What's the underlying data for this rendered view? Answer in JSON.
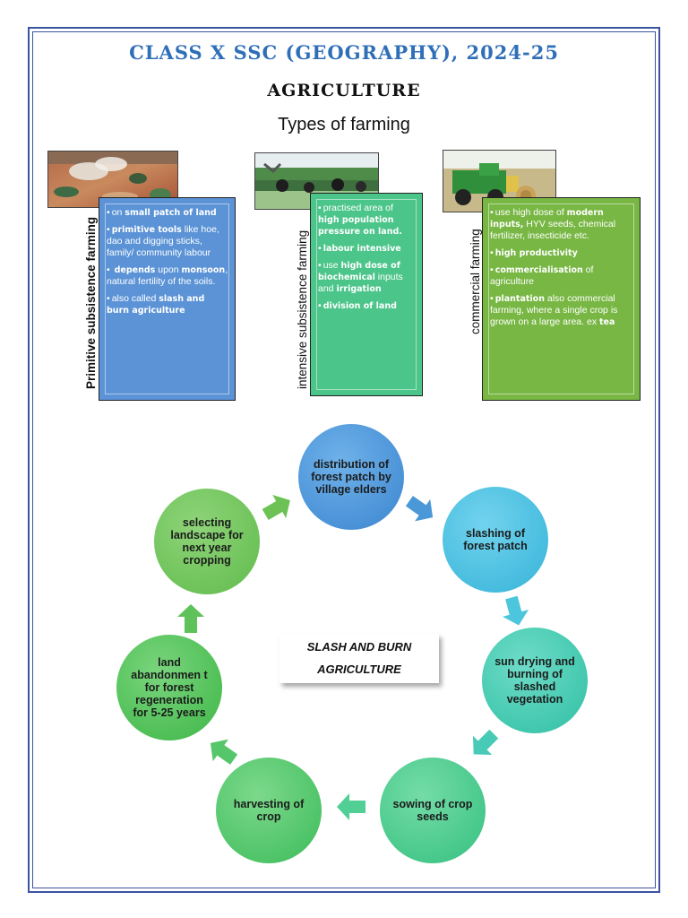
{
  "header": {
    "title": "CLASS X SSC (GEOGRAPHY), 2024-25",
    "subtitle": "AGRICULTURE",
    "heading": "Types of farming"
  },
  "farming_types": [
    {
      "label": "Primitive subsistence farming",
      "color": "#5b93d6",
      "points": [
        {
          "pre": "on ",
          "bold": "small patch of land",
          "post": ""
        },
        {
          "pre": "",
          "bold": "primitive tools",
          "post": " like hoe, dao and digging sticks, family/ community labour"
        },
        {
          "pre": " ",
          "bold": "depends",
          "post": " upon "
        },
        {
          "pre": "also called ",
          "bold": "slash and burn agriculture",
          "post": ""
        }
      ],
      "extra_bold": "monsoon",
      "extra_post": ", natural fertility of the soils."
    },
    {
      "label": "intensive subsistence farming",
      "color": "#4cc58a",
      "points": [
        {
          "pre": "practised area of ",
          "bold": "high population pressure on land.",
          "post": ""
        },
        {
          "pre": "",
          "bold": "labour intensive",
          "post": ""
        },
        {
          "pre": "use ",
          "bold": "high dose of biochemical",
          "post": " inputs and "
        },
        {
          "pre": "",
          "bold": "division of land",
          "post": ""
        }
      ],
      "extra_bold": "irrigation",
      "extra_post": ""
    },
    {
      "label": "commercial farming",
      "color": "#78b744",
      "points": [
        {
          "pre": "use high dose of ",
          "bold": "modern inputs,",
          "post": " HYV seeds, chemical fertilizer, insecticide etc."
        },
        {
          "pre": "",
          "bold": "high productivity",
          "post": ""
        },
        {
          "pre": "",
          "bold": "commercialisation",
          "post": " of agriculture"
        },
        {
          "pre": "",
          "bold": "plantation",
          "post": " also commercial farming, where a single crop is grown on a large area. ex "
        }
      ],
      "extra_bold": "tea",
      "extra_post": ""
    }
  ],
  "cycle": {
    "center_line1": "SLASH AND BURN",
    "center_line2": "AGRICULTURE",
    "steps": [
      "distribution of forest patch by village elders",
      "slashing of forest patch",
      "sun drying and burning of slashed vegetation",
      "sowing of crop seeds",
      "harvesting of crop",
      "land abandonmen t for forest regeneration for 5-25 years",
      "selecting landscape for next year cropping"
    ]
  },
  "colors": {
    "frame": "#3a54a4",
    "title": "#2f6fb8",
    "step_blue": "#3f8fd6",
    "step_cyan": "#37b8d8",
    "step_teal": "#33c4a6",
    "step_green": "#3fbd62"
  },
  "icons": [
    "slash-burn-photo",
    "paddy-field-photo",
    "tractor-photo",
    "arrow-icon"
  ]
}
